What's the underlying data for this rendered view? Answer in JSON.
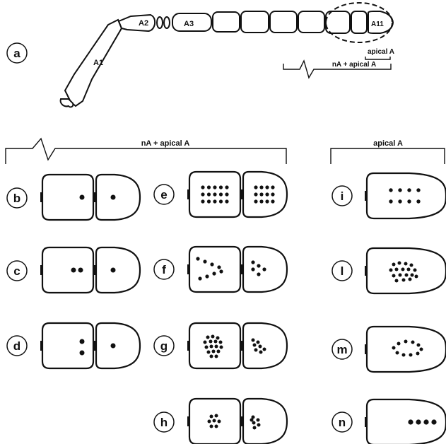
{
  "panel_a": {
    "letter": "a",
    "segments": [
      "A1",
      "A2",
      "A3",
      "A11"
    ],
    "bracket_short": "apical A",
    "bracket_long": "nA + apical A"
  },
  "header_left": "nA + apical A",
  "header_right": "apical A",
  "panels": [
    {
      "letter": "b",
      "pattern": "1 dot + 1 dot"
    },
    {
      "letter": "c",
      "pattern": "2 dots + 1 dot"
    },
    {
      "letter": "d",
      "pattern": "2 dots vertical + 1 dot"
    },
    {
      "letter": "e",
      "pattern": "dense grid + grid"
    },
    {
      "letter": "f",
      "pattern": "chevron rows + dots"
    },
    {
      "letter": "g",
      "pattern": "cluster + small cluster"
    },
    {
      "letter": "h",
      "pattern": "small cluster + small cluster"
    },
    {
      "letter": "i",
      "pattern": "apical grid"
    },
    {
      "letter": "l",
      "pattern": "apical cluster"
    },
    {
      "letter": "m",
      "pattern": "apical ring"
    },
    {
      "letter": "n",
      "pattern": "apical row of 4"
    }
  ],
  "colors": {
    "ink": "#111111",
    "background": "#ffffff"
  }
}
